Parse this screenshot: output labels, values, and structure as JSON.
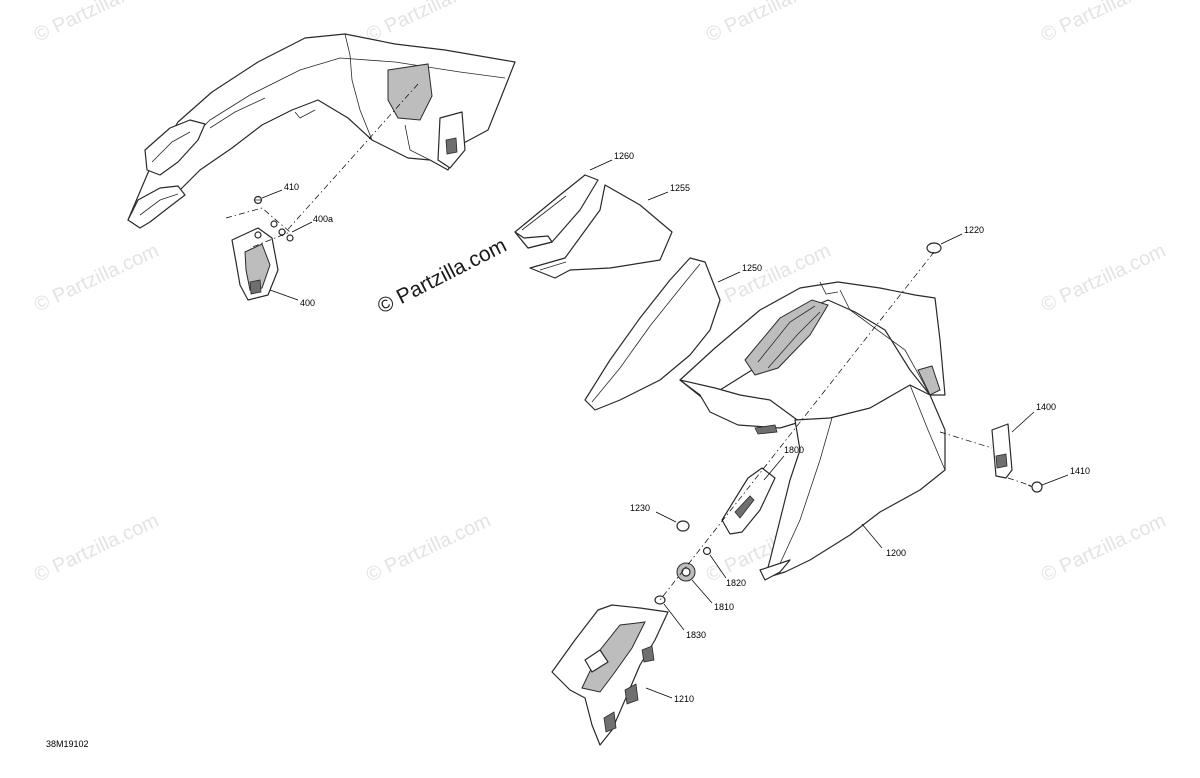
{
  "watermark": {
    "text": "© Partzilla.com"
  },
  "callouts": {
    "c410": "410",
    "c400a": "400a",
    "c400": "400",
    "c1260": "1260",
    "c1255": "1255",
    "c1250": "1250",
    "c1220": "1220",
    "c1400": "1400",
    "c1410": "1410",
    "c1800": "1800",
    "c1230": "1230",
    "c1200": "1200",
    "c1820": "1820",
    "c1810": "1810",
    "c1830": "1830",
    "c1210": "1210"
  },
  "drawing_ref": "38M19102",
  "colors": {
    "line": "#2a2a2a",
    "shade": "#bdbdbd",
    "watermark": "#e3e3e3"
  }
}
